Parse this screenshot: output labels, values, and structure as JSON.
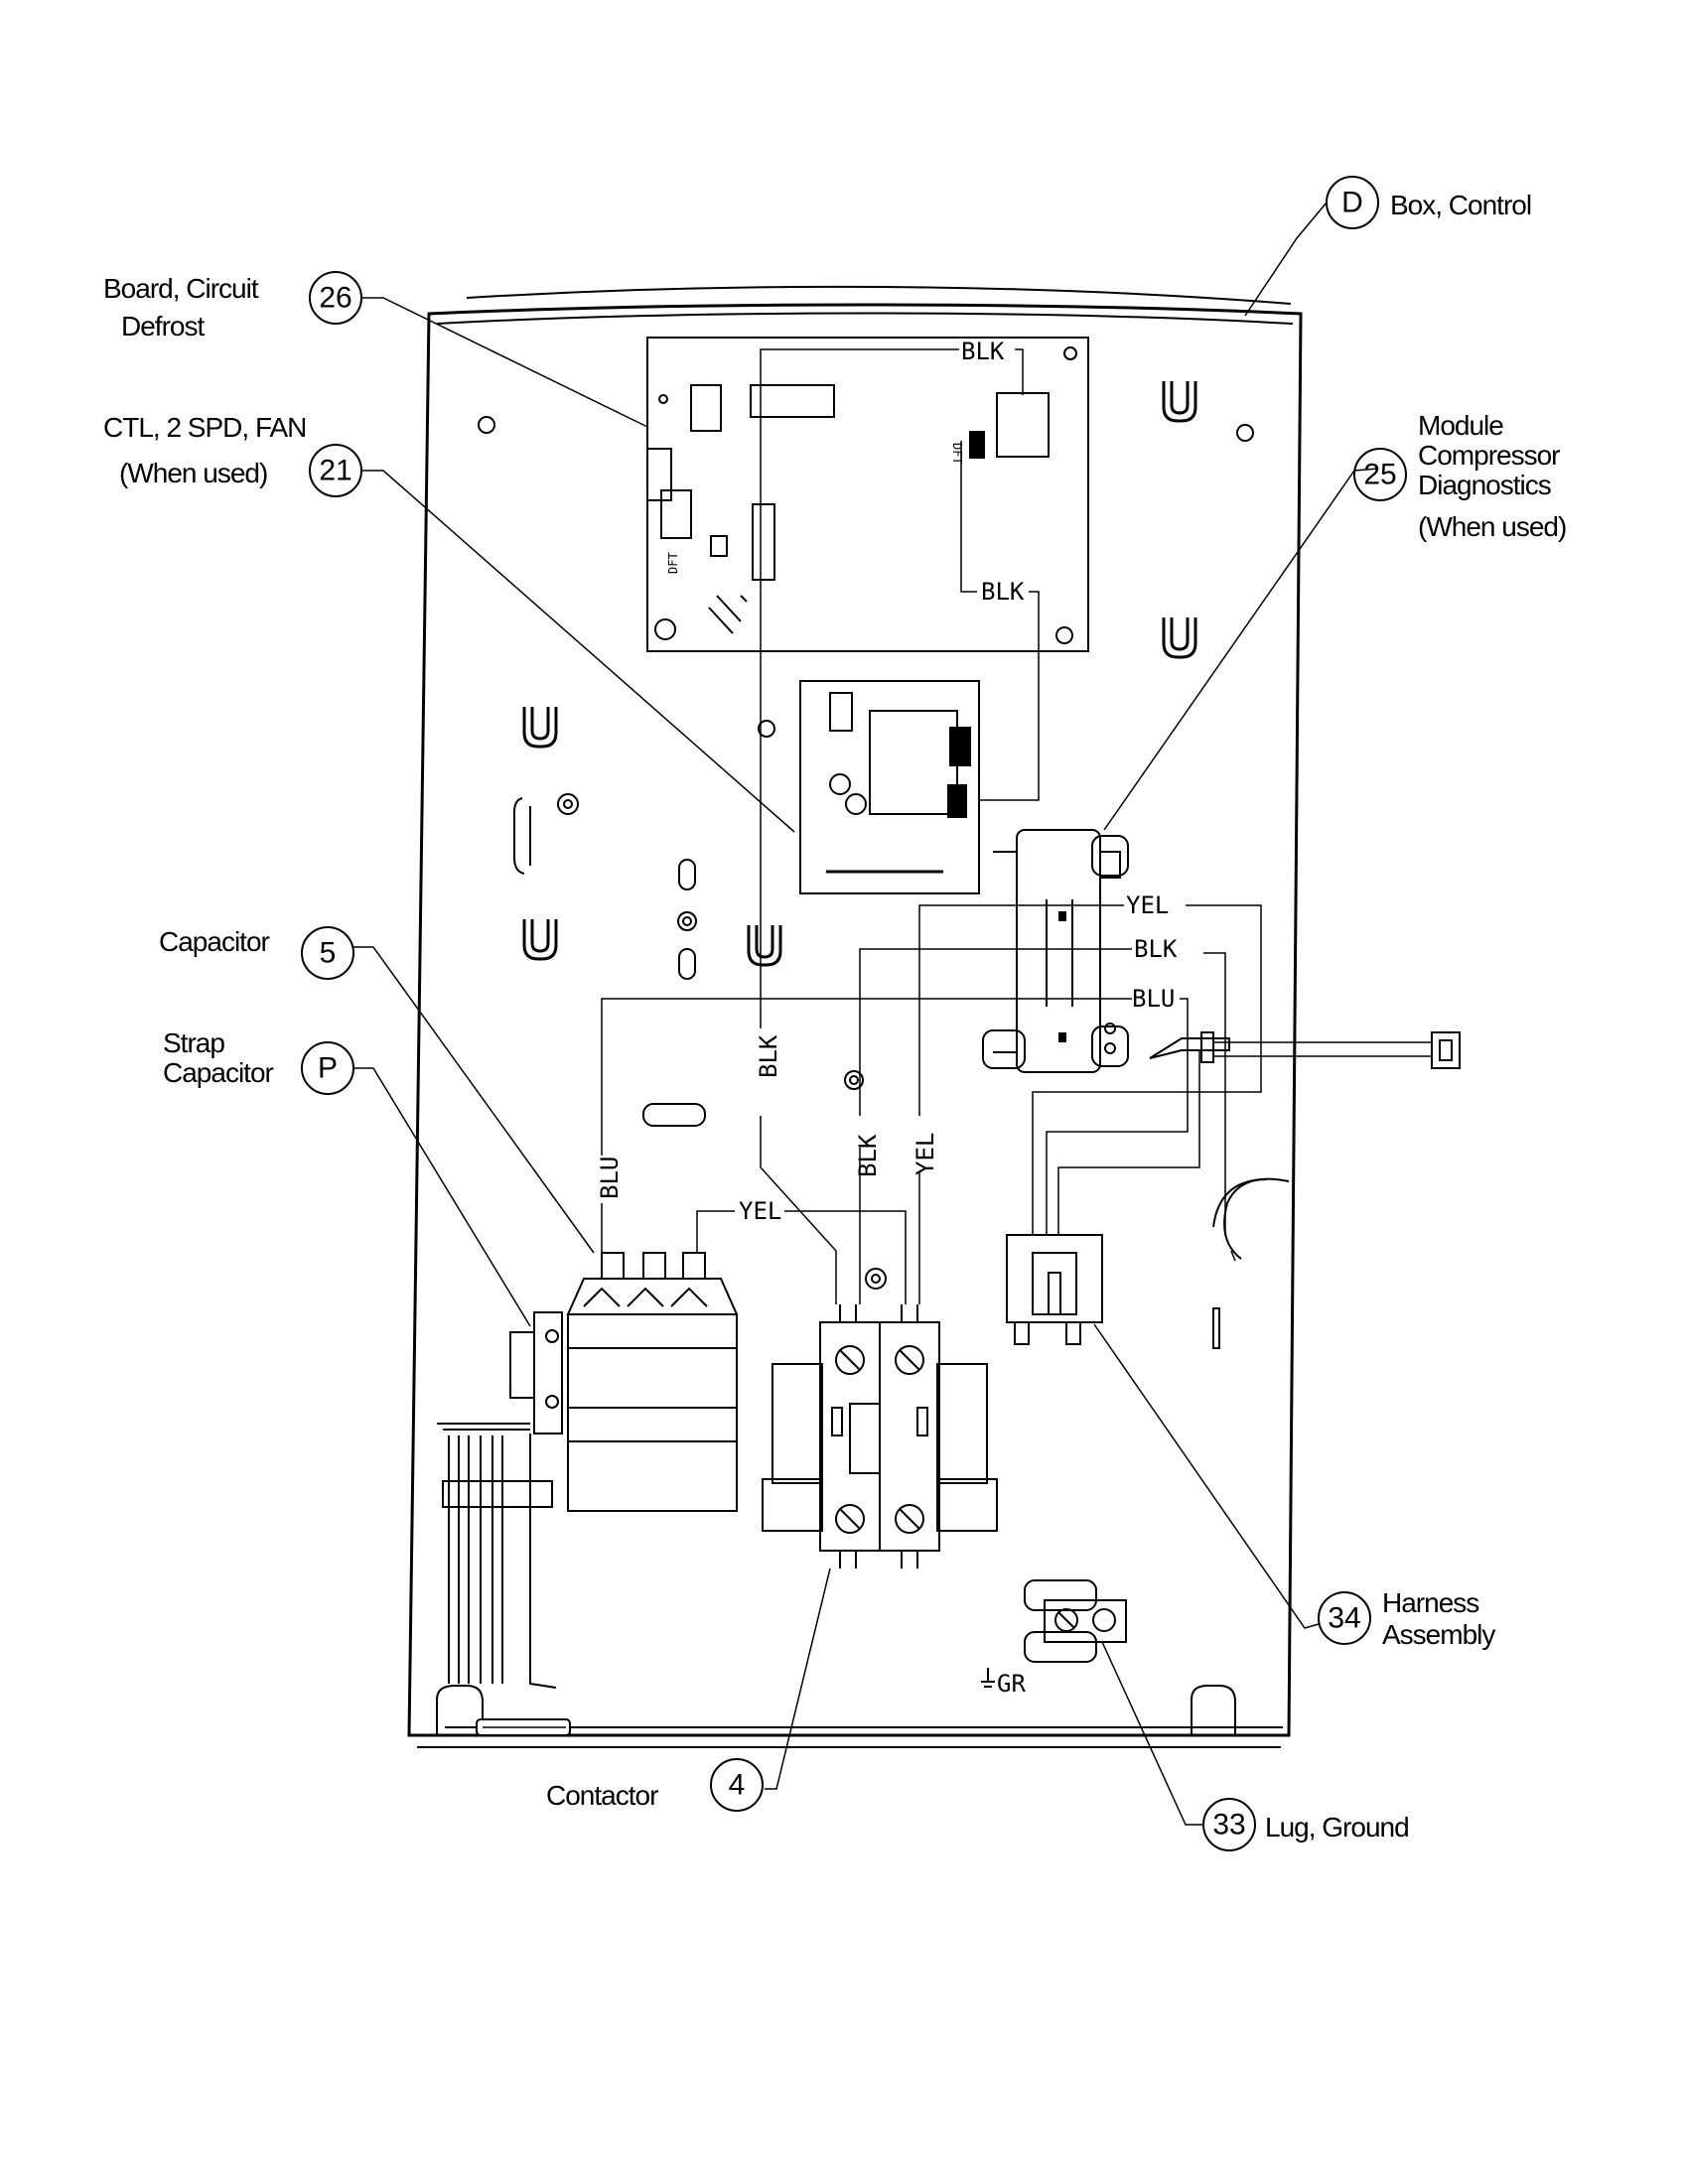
{
  "callouts": {
    "d": {
      "num": "D",
      "lines": [
        "Box, Control"
      ]
    },
    "n26": {
      "num": "26",
      "lines": [
        "Board, Circuit",
        "Defrost"
      ]
    },
    "n21": {
      "num": "21",
      "lines": [
        "CTL, 2 SPD, FAN",
        "(When used)"
      ]
    },
    "n25": {
      "num": "25",
      "lines": [
        "Module",
        "Compressor",
        "Diagnostics",
        "(When used)"
      ]
    },
    "n5": {
      "num": "5",
      "lines": [
        "Capacitor"
      ]
    },
    "p": {
      "num": "P",
      "lines": [
        "Strap",
        "Capacitor"
      ]
    },
    "n34": {
      "num": "34",
      "lines": [
        "Harness",
        "Assembly"
      ]
    },
    "n4": {
      "num": "4",
      "lines": [
        "Contactor"
      ]
    },
    "n33": {
      "num": "33",
      "lines": [
        "Lug, Ground"
      ]
    }
  },
  "wires": {
    "blk": "BLK",
    "yel": "YEL",
    "blu": "BLU"
  },
  "ground_label": "GR"
}
